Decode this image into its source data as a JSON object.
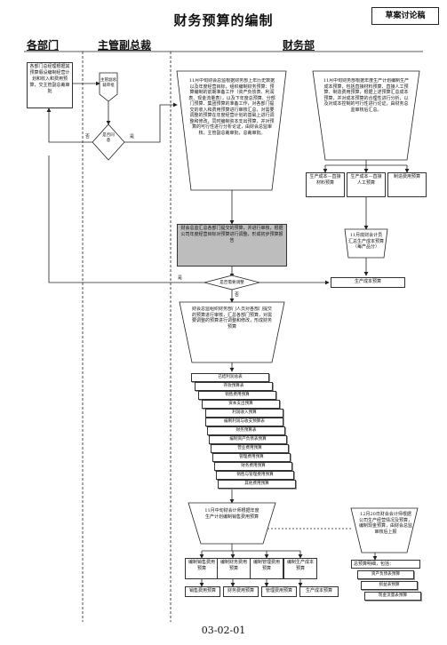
{
  "title": "财务预算的编制",
  "tag": "草案讨论稿",
  "lanes": [
    "各部门",
    "主管副总裁",
    "财务部"
  ],
  "dept_box": "各部门总经理根据其预算假设编制经营计划和收入和费用预算，交主管副总裁审批",
  "vp_review": "主管副总裁审批",
  "approve_decision": "是否同意",
  "yes": "是",
  "no": "否",
  "fin_trap1": "11月中旬财会总监根据财务部上年历史数据以及年度经营目标，组织编制财务预算：预算编制的前期准备工作（资产负债表、利润表、现金流量表），以及下年度总预算、分部门预算、集团预算的准备工作，对各部门提交的收入和费用预算进行审核汇总，对需要调整的预算在年度经营计划的基础上进行调整和修改，同时编制资本支出预算，并对预算的可行性进行分析论证，由财会总监审核，主管副总裁审批，总裁审批。",
  "fin_trap2": "11月中旬财务部根据年度生产计划编制生产成本预算，包括直接材料预算、直接人工预算、制造费用预算，根据上述预算汇总成本预算，并对成本预算的合理性进行分析，以及对成本控制的可行性进行论证，由财务总监审核后汇总。",
  "prod_boxes": [
    "生产成本—直接材料预算",
    "生产成本—直接人工预算",
    "制造费用预算"
  ],
  "cost_summary": "11月底财会计员汇总生产成本预算（每产品分）",
  "cost_final": "生产成本预算",
  "gray_box": "财会总监汇总各部门提交的预算，并进行审核，根据公司年度经营目标对预算进行调整，形成初步预算报告",
  "budget_decision": "是否需要调整",
  "accountant_box": "财会总监组织财务部门人员对各部门提交的预算进行审核，汇总各部门预算，对需要调整的预算进行调整和修改，形成财务预算",
  "statements": [
    "已结利润总表",
    "存款预算表",
    "销售费用预算",
    "资本支出预算",
    "利润收入预算",
    "编制利润与收支预算表",
    "财务预算表",
    "编制资产负债表预算",
    "营业费用预算",
    "管理费用预算",
    "财务费用预算",
    "销售与管理费用预算",
    "其他费用预算"
  ],
  "sales_trap": "11月中旬财会计师根据年度生产计划编制销售费用预算",
  "bottom_boxes": [
    "编制销售费用预算",
    "编制财务费用预算",
    "编制管理费用预算",
    "编制生产成本预算"
  ],
  "bottom_results": [
    "销售费用预算",
    "财务费用预算",
    "管理费用预算",
    "生产成本预算"
  ],
  "right_trap3": "12月20日财会会计师根据公司生产经营情况及预算，编制现金预算，由财会总监审核后上报",
  "right_box_title": "总预算明细，包括：",
  "right_stack": [
    "资产负债表预算",
    "损益表预算",
    "现金流量表预算"
  ],
  "footer": "03-02-01"
}
